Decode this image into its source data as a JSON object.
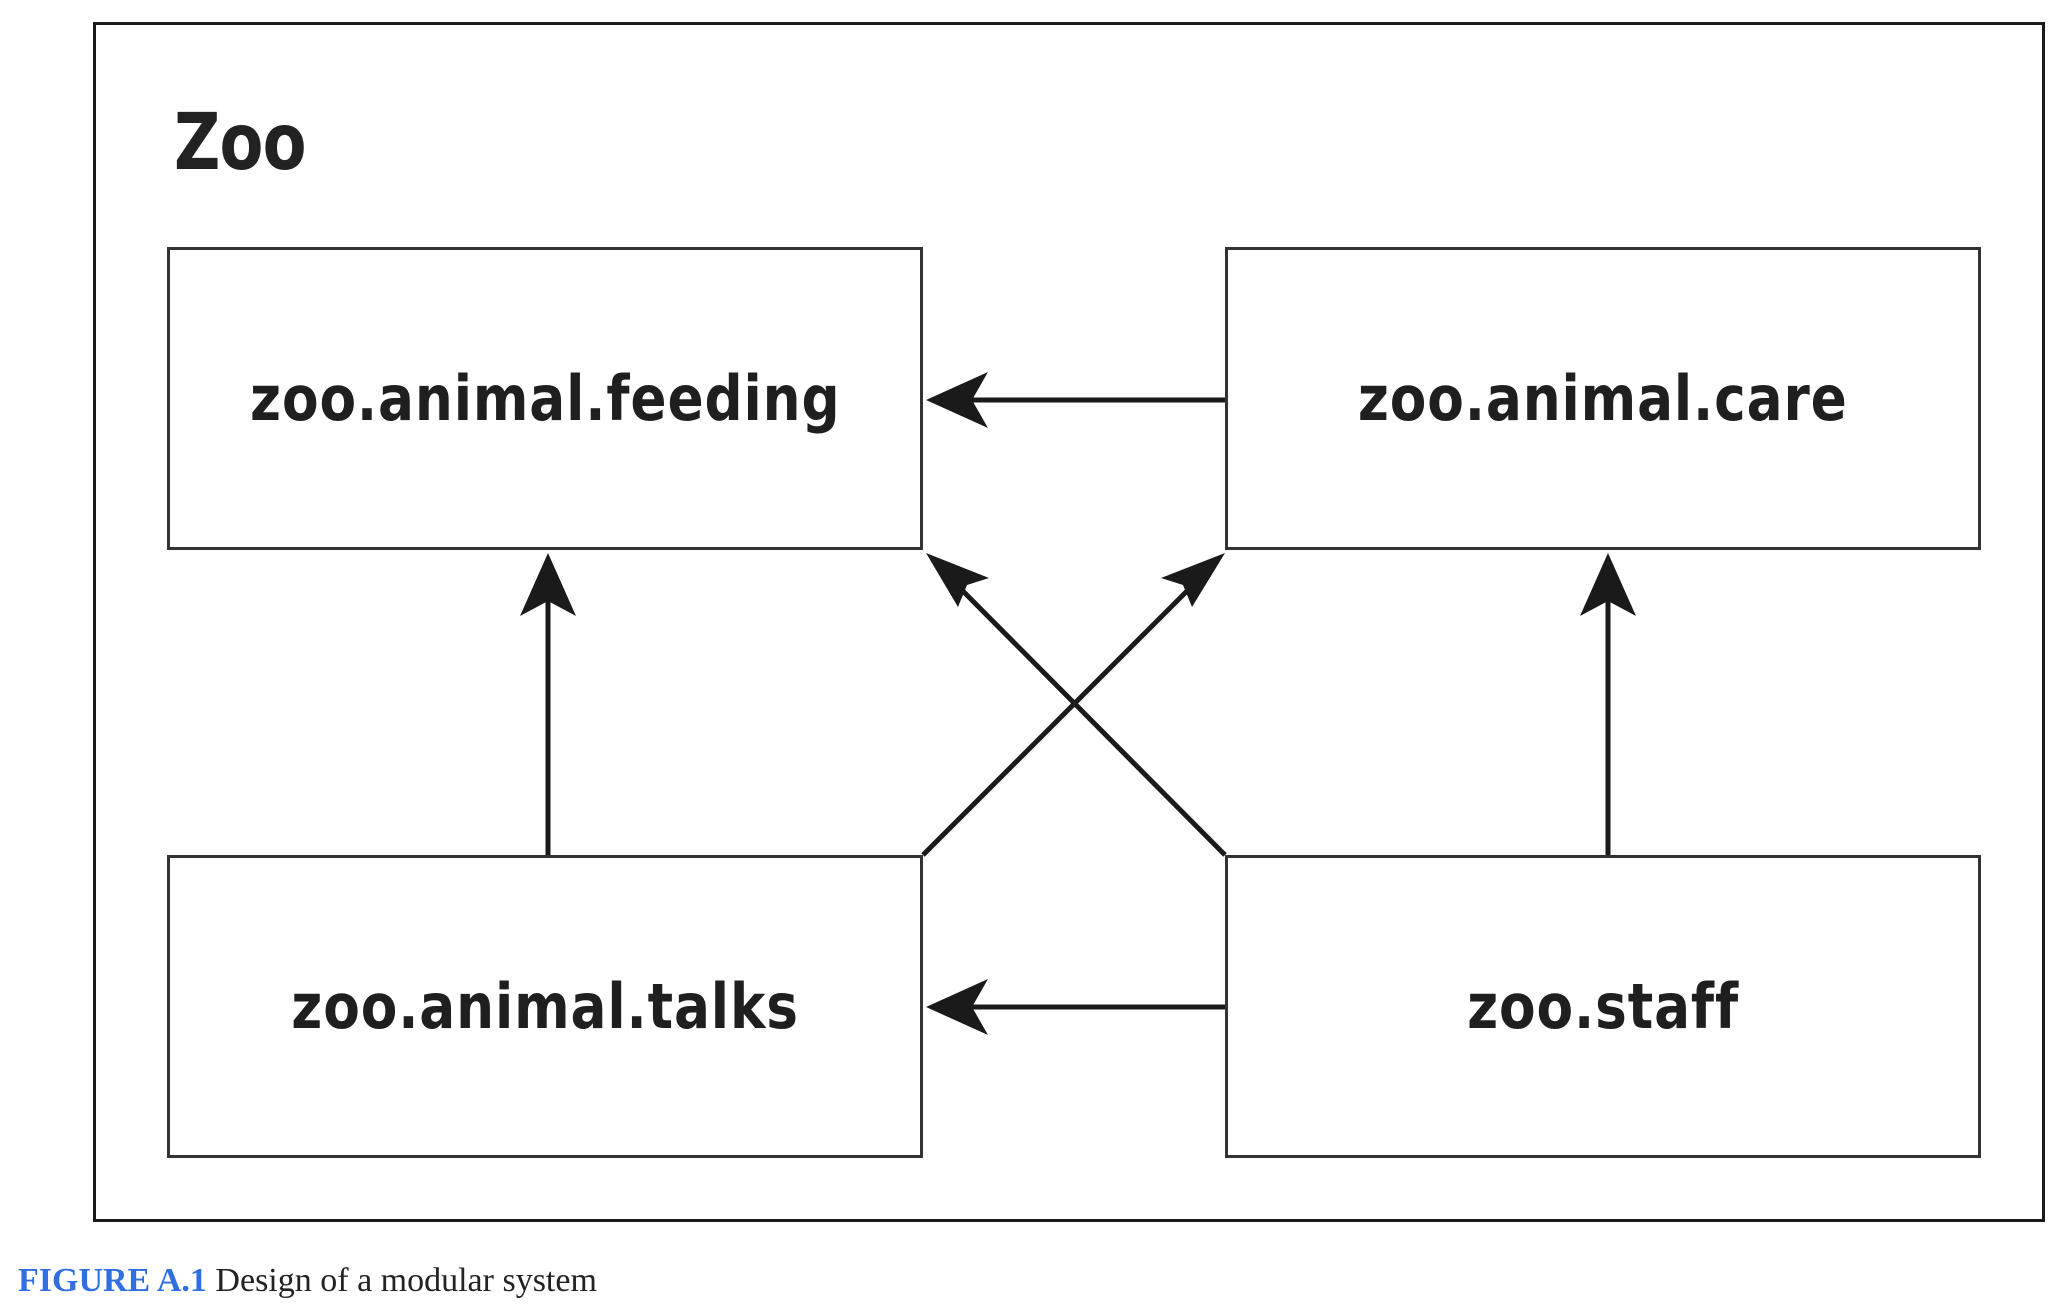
{
  "diagram": {
    "container_title": "Zoo",
    "modules": {
      "feeding": "zoo.animal.feeding",
      "care": "zoo.animal.care",
      "talks": "zoo.animal.talks",
      "staff": "zoo.staff"
    },
    "dependencies": [
      {
        "from": "zoo.animal.care",
        "to": "zoo.animal.feeding"
      },
      {
        "from": "zoo.animal.talks",
        "to": "zoo.animal.feeding"
      },
      {
        "from": "zoo.animal.talks",
        "to": "zoo.animal.care"
      },
      {
        "from": "zoo.staff",
        "to": "zoo.animal.feeding"
      },
      {
        "from": "zoo.staff",
        "to": "zoo.animal.care"
      },
      {
        "from": "zoo.staff",
        "to": "zoo.animal.talks"
      }
    ]
  },
  "caption": {
    "label": "FIGURE A.1",
    "text": "Design of a modular system",
    "label_color": "#2f6fe0"
  }
}
